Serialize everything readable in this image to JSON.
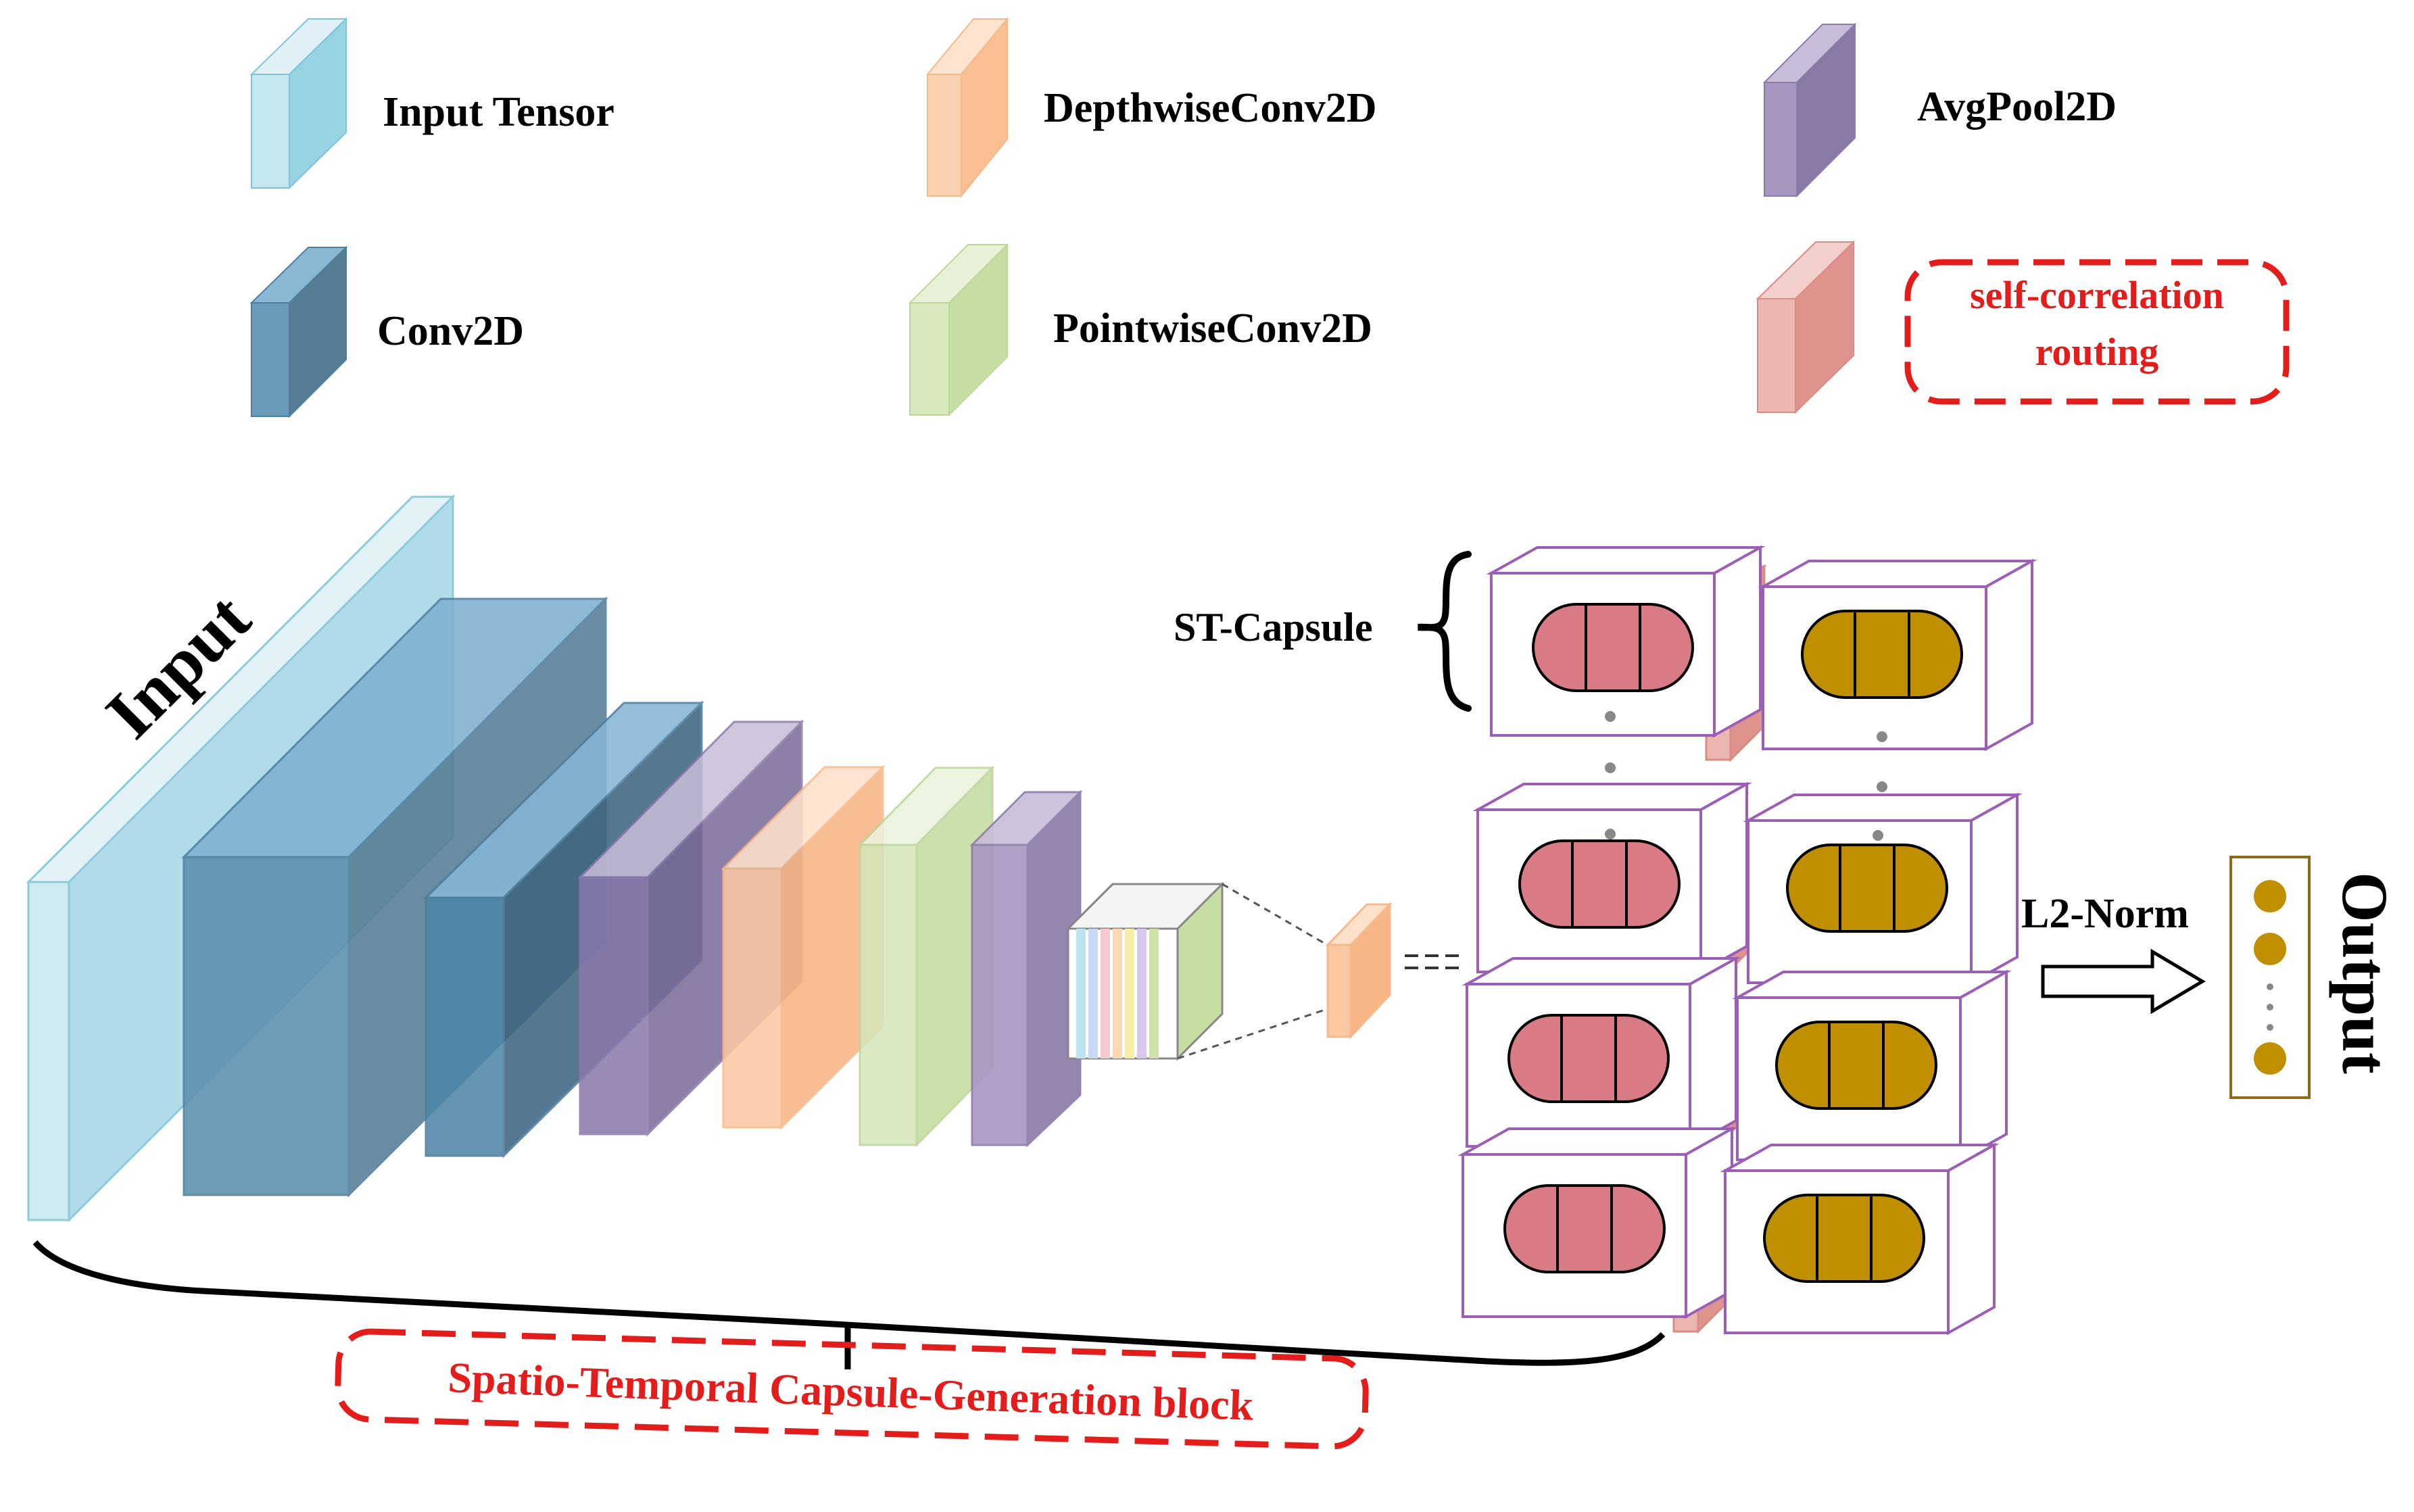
{
  "legend": {
    "items": [
      {
        "id": "input-tensor",
        "label": "Input Tensor",
        "color": "#9fd6e4"
      },
      {
        "id": "depthwise",
        "label": "DepthwiseConv2D",
        "color": "#f9bf92"
      },
      {
        "id": "avgpool",
        "label": "AvgPool2D",
        "color": "#9b87b6"
      },
      {
        "id": "conv2d",
        "label": "Conv2D",
        "color": "#5a8fb0"
      },
      {
        "id": "pointwise",
        "label": "PointwiseConv2D",
        "color": "#cfe2a9"
      },
      {
        "id": "routing",
        "label_line1": "self-correlation",
        "label_line2": "routing",
        "color": "#e39a95"
      }
    ]
  },
  "labels": {
    "input": "Input",
    "st_capsule": "ST-Capsule",
    "l2_norm": "L2-Norm",
    "output": "Output",
    "block": "Spatio-Temporal Capsule-Generation block"
  },
  "colors": {
    "accent_red": "#e31c1c",
    "capsule_pink": "#d97b86",
    "capsule_gold": "#c08f00",
    "capsule_frame": "#9b5fb5",
    "output_node": "#c08f00"
  }
}
